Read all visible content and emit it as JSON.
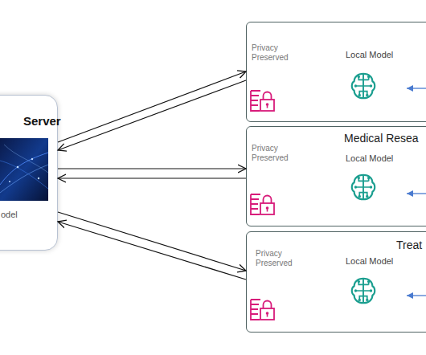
{
  "diagram": {
    "nodes": [
      {
        "text": [
          "Server",
          "odel"
        ]
      },
      {
        "text": [
          "Privacy Preserved",
          "Local Model"
        ]
      },
      {
        "text": [
          "Medical Resea",
          "Privacy Preserved",
          "Local Model"
        ]
      },
      {
        "text": [
          "Treat",
          "Privacy Preserved",
          "Local Model"
        ]
      }
    ],
    "edges": [
      {
        "from": 0,
        "to": 1,
        "arrow": "to"
      },
      {
        "from": 1,
        "to": 0,
        "arrow": "to"
      },
      {
        "from": 0,
        "to": 2,
        "arrow": "to"
      },
      {
        "from": 2,
        "to": 0,
        "arrow": "to"
      },
      {
        "from": 0,
        "to": 3,
        "arrow": "to"
      },
      {
        "from": 3,
        "to": 0,
        "arrow": "to"
      }
    ]
  }
}
